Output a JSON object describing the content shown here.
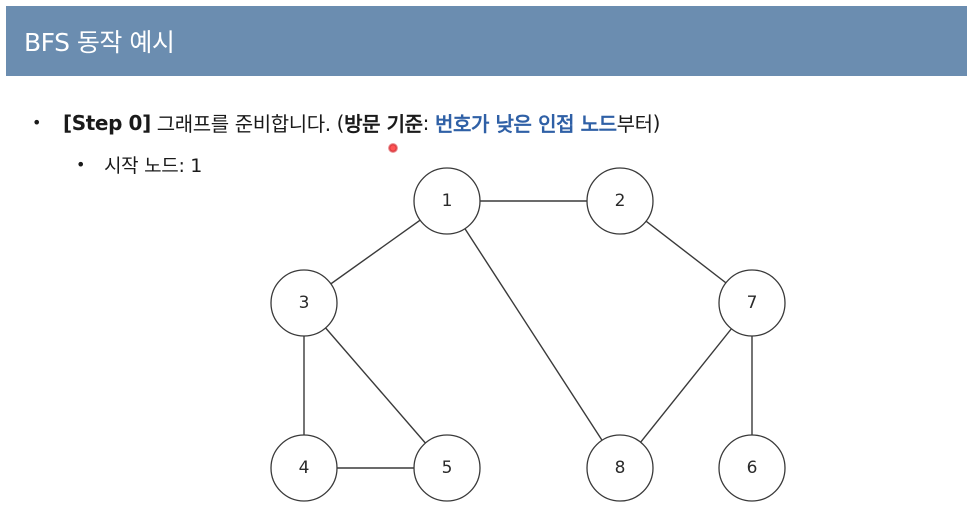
{
  "header": {
    "title": "BFS 동작 예시"
  },
  "bullets": {
    "step_label": "[Step 0]",
    "step_text": "그래프를 준비합니다.",
    "paren_open": "(",
    "criteria_label": "방문 기준",
    "colon": ":",
    "criteria_value": "번호가 낮은 인접 노드",
    "criteria_suffix": "부터",
    "paren_close": ")",
    "start_node": "시작 노드: 1"
  },
  "bullet_glyph": "•",
  "colors": {
    "title_bar": "#6b8db0",
    "highlight": "#2f60a6",
    "pointer": "#d9343a"
  },
  "graph": {
    "nodes": [
      {
        "id": "1",
        "label": "1"
      },
      {
        "id": "2",
        "label": "2"
      },
      {
        "id": "3",
        "label": "3"
      },
      {
        "id": "7",
        "label": "7"
      },
      {
        "id": "4",
        "label": "4"
      },
      {
        "id": "5",
        "label": "5"
      },
      {
        "id": "8",
        "label": "8"
      },
      {
        "id": "6",
        "label": "6"
      }
    ],
    "edges": [
      [
        "1",
        "2"
      ],
      [
        "1",
        "3"
      ],
      [
        "1",
        "8"
      ],
      [
        "2",
        "7"
      ],
      [
        "3",
        "4"
      ],
      [
        "3",
        "5"
      ],
      [
        "4",
        "5"
      ],
      [
        "7",
        "8"
      ],
      [
        "7",
        "6"
      ]
    ]
  }
}
